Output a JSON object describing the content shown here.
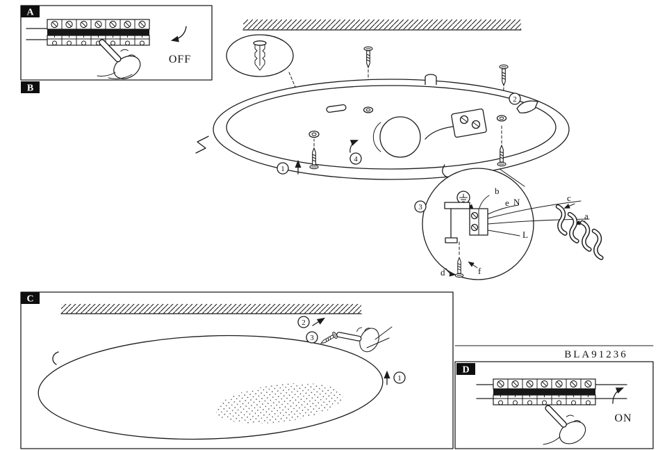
{
  "doc": {
    "code": "BLA91236"
  },
  "panels": {
    "a": {
      "label": "A",
      "state": "OFF"
    },
    "b": {
      "label": "B"
    },
    "c": {
      "label": "C"
    },
    "d": {
      "label": "D",
      "state": "ON"
    }
  },
  "steps": {
    "one": "1",
    "two": "2",
    "three": "3",
    "four": "4"
  },
  "wiring": {
    "b": "b",
    "e": "e",
    "neutral": "N",
    "c": "c",
    "a": "a",
    "live": "L",
    "d": "d",
    "f": "f"
  },
  "colors": {
    "ink": "#1b1b1b",
    "paper": "#ffffff"
  }
}
